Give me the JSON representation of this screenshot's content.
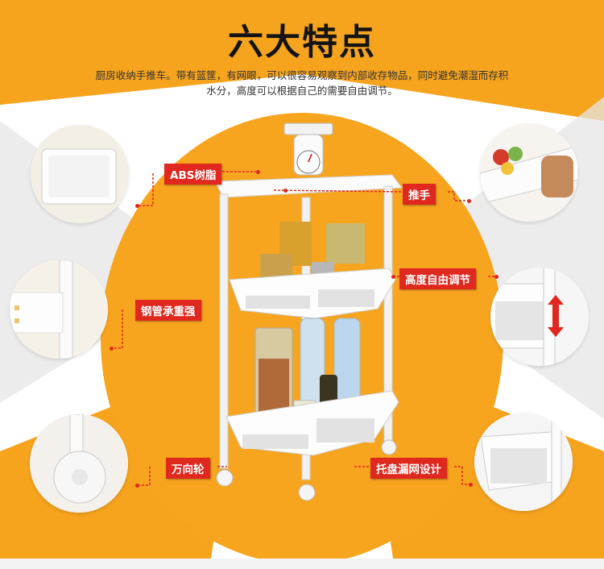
{
  "header": {
    "title": "六大特点",
    "subtitle_line1": "厨房收纳手推车。带有篮筐，有网眼，可以很容易观察到内部收存物品，同时避免潮湿而存积",
    "subtitle_line2": "水分，高度可以根据自己的需要自由调节。"
  },
  "features": {
    "abs": "ABS树脂",
    "handle": "推手",
    "steel": "钢管承重强",
    "height": "高度自由调节",
    "wheel": "万向轮",
    "tray": "托盘漏网设计"
  },
  "colors": {
    "accent_orange": "#f6a31e",
    "label_red": "#e0281f",
    "light_gray": "#d9d9d9"
  },
  "icons": [
    "arrow-up-down-icon"
  ]
}
